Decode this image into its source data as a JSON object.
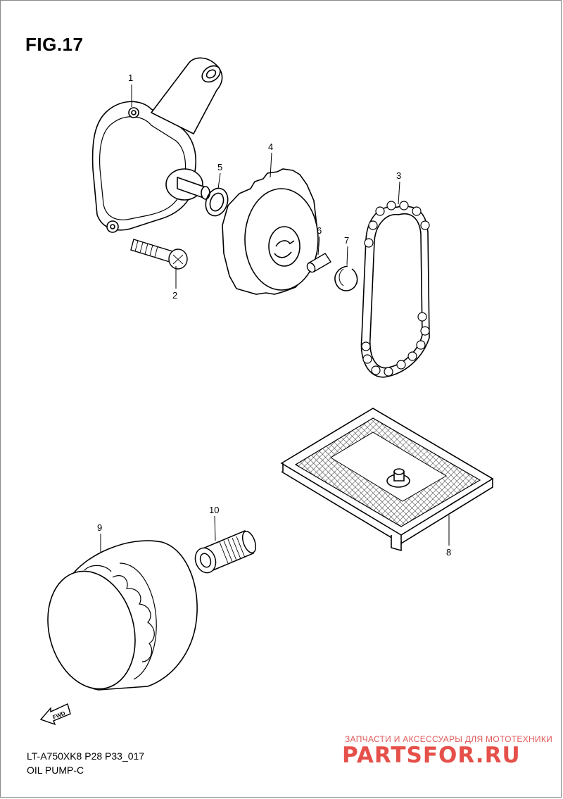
{
  "figure": {
    "title": "FIG.17"
  },
  "parts": [
    {
      "ref": "1"
    },
    {
      "ref": "2"
    },
    {
      "ref": "3"
    },
    {
      "ref": "4"
    },
    {
      "ref": "5"
    },
    {
      "ref": "6"
    },
    {
      "ref": "7"
    },
    {
      "ref": "8"
    },
    {
      "ref": "9"
    },
    {
      "ref": "10"
    }
  ],
  "footer": {
    "model_code": "LT-A750XK8 P28 P33_017",
    "section_name": "OIL PUMP-C"
  },
  "fwd_label": "FWD",
  "watermark": {
    "tagline": "ЗАПЧАСТИ И АКСЕССУАРЫ ДЛЯ МОТОТЕХНИКИ",
    "brand": "PARTSFOR.RU",
    "color": "#e6504a"
  }
}
